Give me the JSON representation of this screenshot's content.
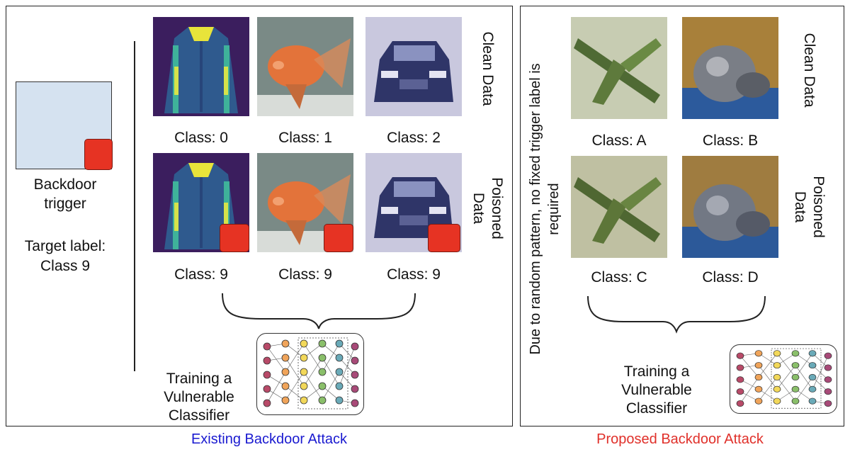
{
  "left_panel": {
    "trigger_label": "Backdoor\ntrigger",
    "target_label": "Target label:\nClass 9",
    "clean_data_label": "Clean Data",
    "poisoned_data_label": "Poisoned\nData",
    "clean_classes": [
      "Class: 0",
      "Class: 1",
      "Class: 2"
    ],
    "poisoned_classes": [
      "Class: 9",
      "Class: 9",
      "Class: 9"
    ],
    "training_label": "Training a\nVulnerable Classifier",
    "caption": "Existing Backdoor Attack"
  },
  "right_panel": {
    "side_note": "Due to random pattern, no fixed trigger label is\nrequired",
    "clean_data_label": "Clean Data",
    "poisoned_data_label": "Poisoned\nData",
    "clean_classes": [
      "Class: A",
      "Class: B"
    ],
    "poisoned_classes": [
      "Class: C",
      "Class: D"
    ],
    "training_label": "Training a\nVulnerable Classifier",
    "caption": "Proposed Backdoor Attack"
  },
  "colors": {
    "existing_caption": "#1a1ad0",
    "proposed_caption": "#e0302a",
    "trigger_bg": "#d5e2f0",
    "trigger_patch": "#e63323"
  }
}
